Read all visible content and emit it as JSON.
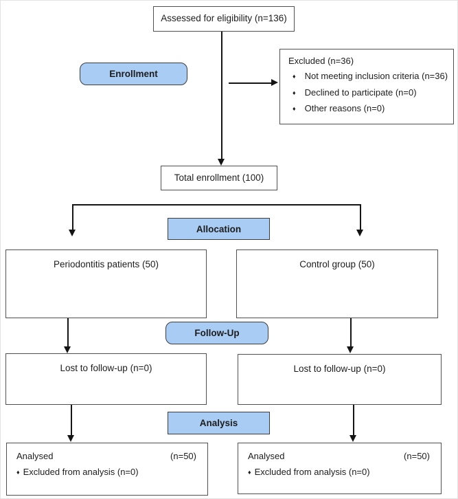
{
  "diagram": {
    "type": "consort-flow",
    "bullet": "♦",
    "stages": {
      "enrollment": "Enrollment",
      "allocation": "Allocation",
      "followup": "Follow-Up",
      "analysis": "Analysis"
    },
    "assessed": {
      "label": "Assessed for eligibility (n=136)"
    },
    "excluded": {
      "title": "Excluded (n=36)",
      "items": [
        "Not meeting inclusion criteria (n=36)",
        "Declined to participate (n=0)",
        "Other reasons (n=0)"
      ]
    },
    "total_enrollment": {
      "label": "Total enrollment (100)"
    },
    "allocation_left": {
      "label": "Periodontitis patients (50)"
    },
    "allocation_right": {
      "label": "Control group (50)"
    },
    "followup_left": {
      "label": "Lost to follow-up (n=0)"
    },
    "followup_right": {
      "label": "Lost to follow-up (n=0)"
    },
    "analysis_left": {
      "title": "Analysed",
      "count": "(n=50)",
      "items": [
        "Excluded from analysis (n=0)"
      ]
    },
    "analysis_right": {
      "title": "Analysed",
      "count": "(n=50)",
      "items": [
        "Excluded from analysis (n=0)"
      ]
    },
    "colors": {
      "stage_fill": "#a9ccf4",
      "stage_border": "#3c3c3c",
      "box_border": "#4f4f4f",
      "line": "#141414"
    }
  }
}
